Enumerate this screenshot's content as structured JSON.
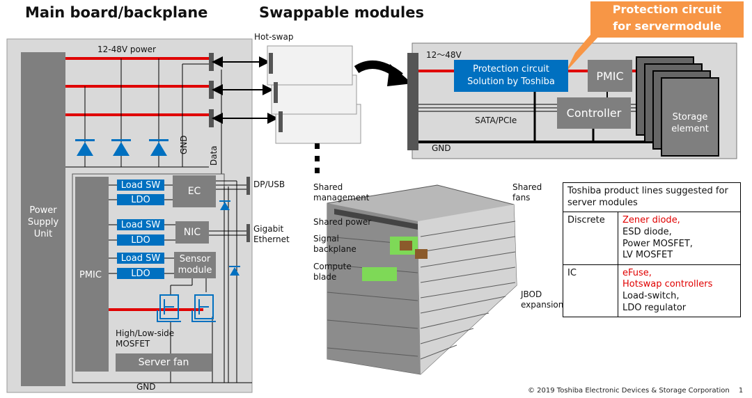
{
  "headings": {
    "main_board": "Main board/backplane",
    "swappable": "Swappable modules"
  },
  "callout": {
    "line1": "Protection circuit",
    "line2": "for servermodule"
  },
  "left_board": {
    "power_line": "12-48V power",
    "psu": [
      "Power",
      "Supply",
      "Unit"
    ],
    "gnd_vertical": "GND",
    "data_vertical": "Data",
    "gnd_bottom": "GND",
    "pmic": "PMIC",
    "load_sw": [
      "Load SW",
      "Load SW",
      "Load SW"
    ],
    "ldo": [
      "LDO",
      "LDO",
      "LDO"
    ],
    "ec": "EC",
    "nic": "NIC",
    "sensor": [
      "Sensor",
      "module"
    ],
    "mosfet_label": [
      "High/Low-side",
      "MOSFET"
    ],
    "server_fan": "Server fan",
    "dp_usb": "DP/USB",
    "gigabit": [
      "Gigabit",
      "Ethernet"
    ]
  },
  "hot_swap": "Hot-swap",
  "module": {
    "voltage": "12～48V",
    "protection": [
      "Protection circuit",
      "Solution by Toshiba"
    ],
    "pmic": "PMIC",
    "controller": "Controller",
    "bus": "SATA/PCIe",
    "gnd": "GND",
    "storage": [
      "Storage",
      "element"
    ]
  },
  "photo_labels": {
    "shared_management": [
      "Shared",
      "management"
    ],
    "shared_power": "Shared power",
    "signal_backplane": [
      "Signal",
      "backplane"
    ],
    "compute_blade": [
      "Compute",
      "blade"
    ],
    "shared_fans": [
      "Shared",
      "fans"
    ],
    "jbod": [
      "JBOD",
      "expansion"
    ]
  },
  "table": {
    "title": "Toshiba product lines suggested for server modules",
    "rows": [
      {
        "category": "Discrete",
        "red_items": [
          "Zener diode,"
        ],
        "items": [
          "ESD diode,",
          "Power MOSFET,",
          "LV MOSFET"
        ]
      },
      {
        "category": "IC",
        "red_items": [
          "eFuse,",
          "Hotswap controllers"
        ],
        "items": [
          "Load-switch,",
          "LDO regulator"
        ]
      }
    ]
  },
  "copyright": "© 2019 Toshiba Electronic Devices & Storage Corporation",
  "page_number": "1",
  "colors": {
    "power_red": "#e00000",
    "block_gray": "#7f7f7f",
    "toshiba_blue": "#0070c0",
    "callout_orange": "#f79646"
  }
}
